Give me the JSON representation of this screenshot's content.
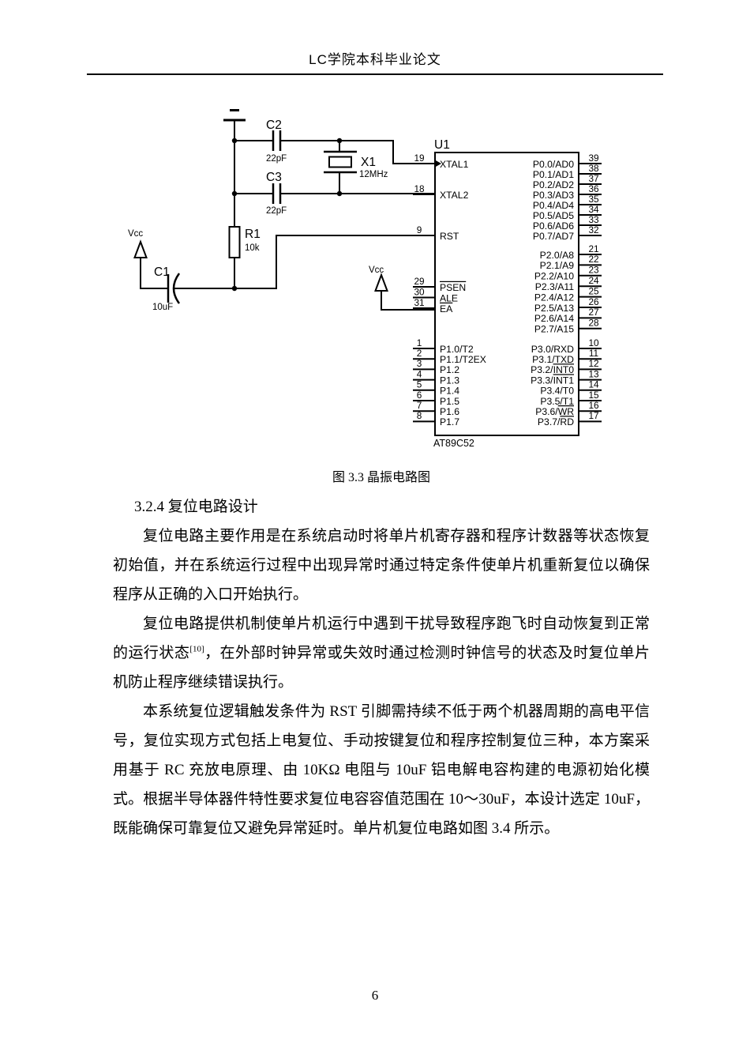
{
  "header": {
    "title": "LC学院本科毕业论文"
  },
  "figure": {
    "caption": "图 3.3 晶振电路图"
  },
  "section": {
    "heading": "3.2.4 复位电路设计"
  },
  "paragraphs": [
    {
      "lines": [
        "复位电路主要作用是在系统启动时将单片机寄存器和程序计数器等状态恢复",
        "初始值，并在系统运行过程中出现异常时通过特定条件使单片机重新复位以确保",
        "程序从正确的入口开始执行。"
      ]
    },
    {
      "lines": [
        "复位电路提供机制使单片机运行中遇到干扰导致程序跑飞时自动恢复到正常",
        "的运行状态^[10]^，在外部时钟异常或失效时通过检测时钟信号的状态及时复位单片",
        "机防止程序继续错误执行。"
      ]
    },
    {
      "lines": [
        "本系统复位逻辑触发条件为 RST 引脚需持续不低于两个机器周期的高电平信",
        "号，复位实现方式包括上电复位、手动按键复位和程序控制复位三种，本方案采",
        "用基于 RC 充放电原理、由 10KΩ 电阻与 10uF 铝电解电容构建的电源初始化模",
        "式。根据半导体器件特性要求复位电容容值范围在 10～30uF，本设计选定 10uF，",
        "既能确保可靠复位又避免异常延时。单片机复位电路如图 3.4 所示。"
      ]
    }
  ],
  "page_number": "6",
  "schematic": {
    "chip": {
      "ref": "U1",
      "part": "AT89C52"
    },
    "power_labels": [
      "Vcc",
      "Vcc"
    ],
    "components": [
      {
        "ref": "C2",
        "value": "22pF"
      },
      {
        "ref": "C3",
        "value": "22pF"
      },
      {
        "ref": "X1",
        "value": "12MHz"
      },
      {
        "ref": "R1",
        "value": "10k"
      },
      {
        "ref": "C1",
        "value": "10uF"
      }
    ],
    "pins": {
      "left_special": [
        {
          "num": "19",
          "label": "XTAL1"
        },
        {
          "num": "18",
          "label": "XTAL2"
        },
        {
          "num": "9",
          "label": "RST"
        },
        {
          "num": "29",
          "label": "~PSEN~"
        },
        {
          "num": "30",
          "label": "ALE"
        },
        {
          "num": "31",
          "label": "~EA~"
        }
      ],
      "p1": [
        {
          "num": "1",
          "label": "P1.0/T2"
        },
        {
          "num": "2",
          "label": "P1.1/T2EX"
        },
        {
          "num": "3",
          "label": "P1.2"
        },
        {
          "num": "4",
          "label": "P1.3"
        },
        {
          "num": "5",
          "label": "P1.4"
        },
        {
          "num": "6",
          "label": "P1.5"
        },
        {
          "num": "7",
          "label": "P1.6"
        },
        {
          "num": "8",
          "label": "P1.7"
        }
      ],
      "p0": [
        {
          "num": "39",
          "label": "P0.0/AD0"
        },
        {
          "num": "38",
          "label": "P0.1/AD1"
        },
        {
          "num": "37",
          "label": "P0.2/AD2"
        },
        {
          "num": "36",
          "label": "P0.3/AD3"
        },
        {
          "num": "35",
          "label": "P0.4/AD4"
        },
        {
          "num": "34",
          "label": "P0.5/AD5"
        },
        {
          "num": "33",
          "label": "P0.6/AD6"
        },
        {
          "num": "32",
          "label": "P0.7/AD7"
        }
      ],
      "p2": [
        {
          "num": "21",
          "label": "P2.0/A8"
        },
        {
          "num": "22",
          "label": "P2.1/A9"
        },
        {
          "num": "23",
          "label": "P2.2/A10"
        },
        {
          "num": "24",
          "label": "P2.3/A11"
        },
        {
          "num": "25",
          "label": "P2.4/A12"
        },
        {
          "num": "26",
          "label": "P2.5/A13"
        },
        {
          "num": "27",
          "label": "P2.6/A14"
        },
        {
          "num": "28",
          "label": "P2.7/A15"
        }
      ],
      "p3": [
        {
          "num": "10",
          "label": "P3.0/RXD"
        },
        {
          "num": "11",
          "label": "P3.1/TXD"
        },
        {
          "num": "12",
          "label": "P3.2/~INT0~"
        },
        {
          "num": "13",
          "label": "P3.3/~INT1~"
        },
        {
          "num": "14",
          "label": "P3.4/T0"
        },
        {
          "num": "15",
          "label": "P3.5/T1"
        },
        {
          "num": "16",
          "label": "P3.6/~WR~"
        },
        {
          "num": "17",
          "label": "P3.7/~RD~"
        }
      ]
    }
  }
}
